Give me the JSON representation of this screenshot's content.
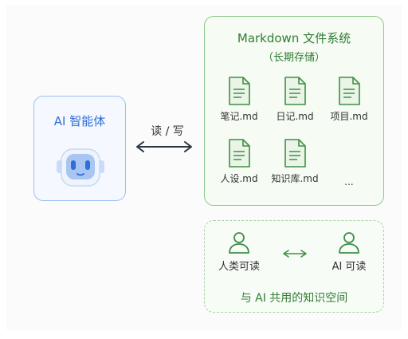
{
  "agent": {
    "title": "AI 智能体",
    "icon": "robot-icon"
  },
  "connector": {
    "label": "读 / 写"
  },
  "markdown": {
    "title": "Markdown 文件系统",
    "subtitle": "（长期存储）",
    "files": [
      {
        "name": "笔记.md",
        "icon": "document-icon"
      },
      {
        "name": "日记.md",
        "icon": "document-icon"
      },
      {
        "name": "项目.md",
        "icon": "document-icon"
      },
      {
        "name": "人设.md",
        "icon": "document-icon"
      },
      {
        "name": "知识库.md",
        "icon": "document-icon"
      }
    ],
    "more": "..."
  },
  "shared": {
    "human_label": "人类可读",
    "ai_label": "AI 可读",
    "caption": "与 AI 共用的知识空间"
  },
  "colors": {
    "blue": "#2f6fd6",
    "green": "#2e7d32",
    "green_light": "#8fc98a"
  }
}
